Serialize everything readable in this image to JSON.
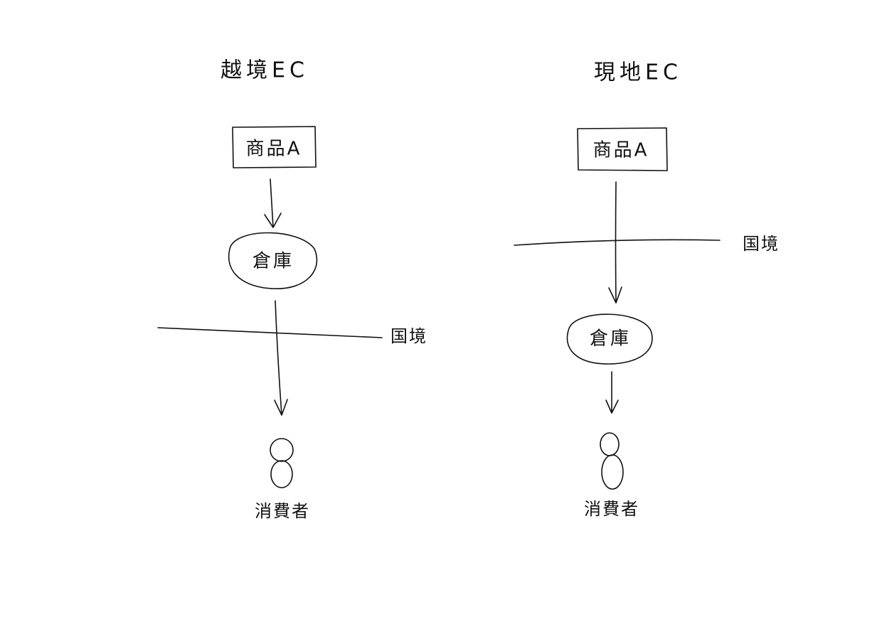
{
  "left_diagram": {
    "title": "越境EC",
    "product": "商品A",
    "warehouse": "倉庫",
    "border": "国境",
    "consumer": "消費者"
  },
  "right_diagram": {
    "title": "現地EC",
    "product": "商品A",
    "warehouse": "倉庫",
    "border": "国境",
    "consumer": "消費者"
  }
}
